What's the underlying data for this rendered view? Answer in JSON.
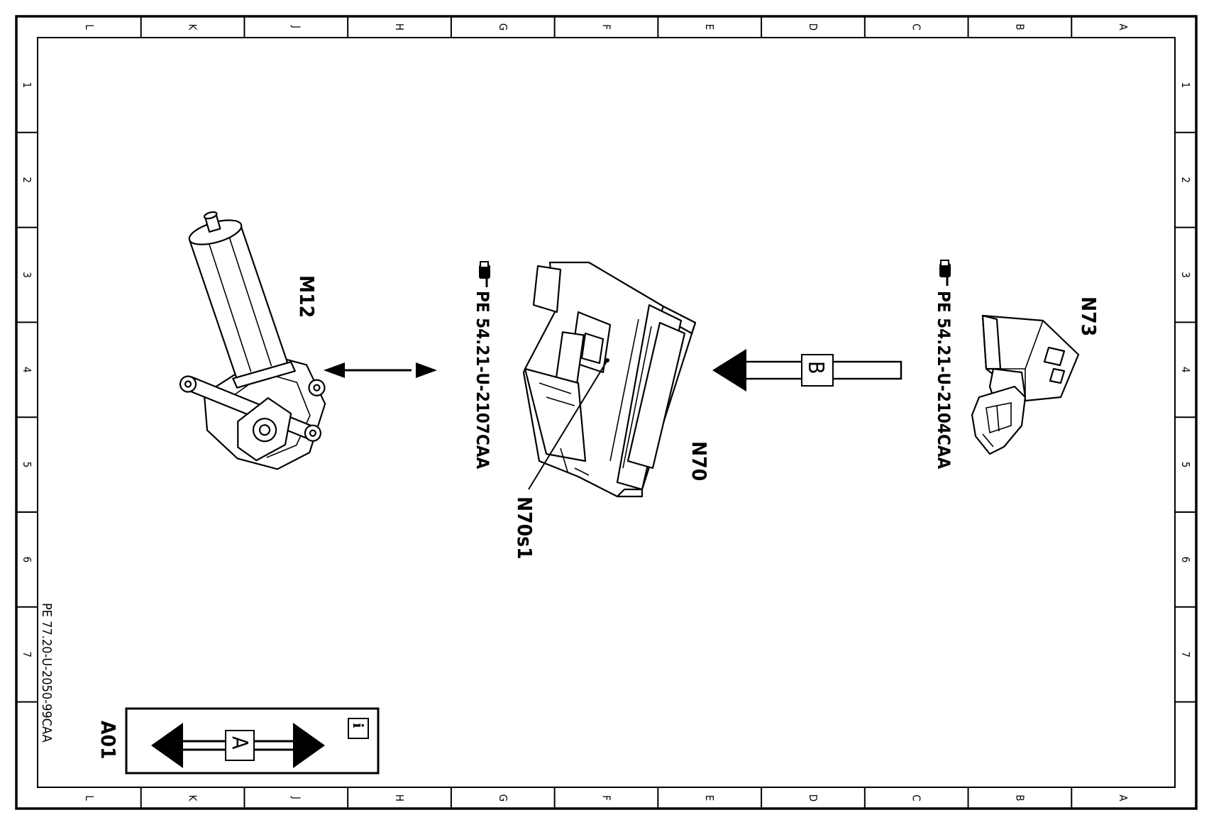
{
  "grid": {
    "columns": [
      "L",
      "K",
      "J",
      "H",
      "G",
      "F",
      "E",
      "D",
      "C",
      "B",
      "A"
    ],
    "rows": [
      "1",
      "2",
      "3",
      "4",
      "5",
      "6",
      "7"
    ]
  },
  "components": {
    "m12": "M12",
    "n70": "N70",
    "n70s1": "N70s1",
    "n73": "N73"
  },
  "references": {
    "n70_ref": "PE 54.21-U-2107CAA",
    "n73_ref": "PE 54.21-U-2104CAA"
  },
  "markers": {
    "b": "B",
    "a": "A",
    "info": "i"
  },
  "sheet": {
    "location_code": "A01",
    "document_id": "PE 77.20-U-2050-99CAA"
  }
}
